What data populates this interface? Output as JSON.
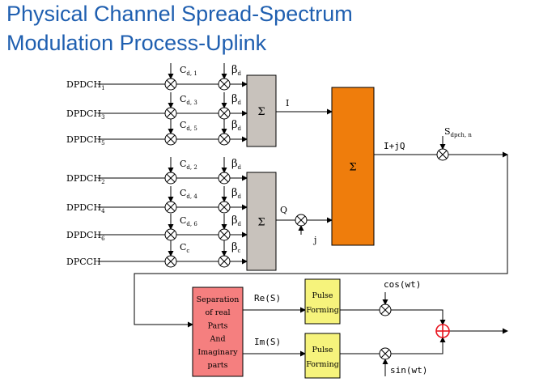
{
  "title": {
    "line1": "Physical Channel  Spread-Spectrum",
    "line2": "Modulation  Process-Uplink"
  },
  "channels_i": [
    {
      "name": "DPDCH",
      "index": "1",
      "code_sub": "d, 1",
      "gain_sub": "d"
    },
    {
      "name": "DPDCH",
      "index": "3",
      "code_sub": "d, 3",
      "gain_sub": "d"
    },
    {
      "name": "DPDCH",
      "index": "5",
      "code_sub": "d, 5",
      "gain_sub": "d"
    }
  ],
  "channels_q": [
    {
      "name": "DPDCH",
      "index": "2",
      "code_sub": "d, 2",
      "gain_sub": "d"
    },
    {
      "name": "DPDCH",
      "index": "4",
      "code_sub": "d, 4",
      "gain_sub": "d"
    },
    {
      "name": "DPDCH",
      "index": "6",
      "code_sub": "d, 6",
      "gain_sub": "d"
    },
    {
      "name": "DPCCH",
      "index": "",
      "code_sub": "c",
      "gain_sub": "c"
    }
  ],
  "symbols": {
    "code": "C",
    "gain": "β",
    "sum": "Σ"
  },
  "labels": {
    "i_branch": "I",
    "q_branch": "Q",
    "j": "j",
    "combined": "I+jQ",
    "scramble": "S",
    "scramble_sub": "dpch, n",
    "re": "Re(S)",
    "im": "Im(S)",
    "cos": "cos(wt)",
    "sin": "sin(wt)"
  },
  "blocks": {
    "separation": [
      "Separation",
      "of real",
      "Parts",
      "And",
      "Imaginary",
      "parts"
    ],
    "pulse": [
      "Pulse",
      "Forming"
    ]
  },
  "colors": {
    "title": "#1f5fb0",
    "sum_block": "#c8c2bc",
    "complex_sum": "#ef7d0c",
    "separation": "#f57f7f",
    "pulse": "#f6f37c",
    "adder": "#e8141e"
  }
}
